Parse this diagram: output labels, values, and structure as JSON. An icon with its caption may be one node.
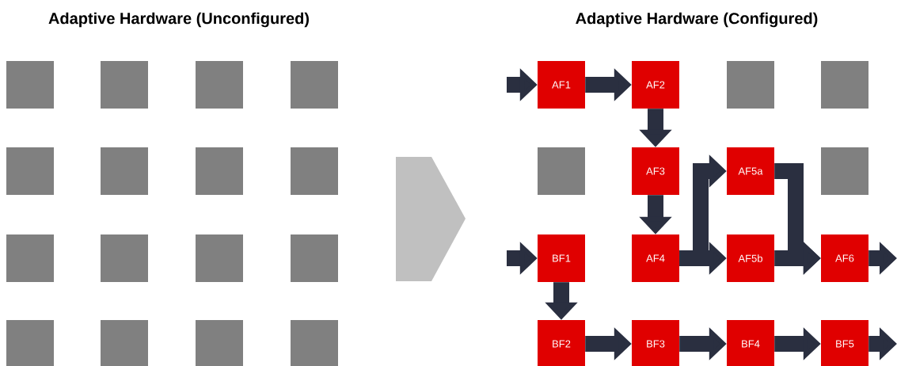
{
  "diagram": {
    "nodes": [
      {
        "text": [],
        "shape": "box"
      },
      {
        "text": [],
        "shape": "box"
      },
      {
        "text": [],
        "shape": "box"
      },
      {
        "text": [],
        "shape": "box"
      },
      {
        "text": [],
        "shape": "box"
      },
      {
        "text": [],
        "shape": "box"
      },
      {
        "text": [],
        "shape": "box"
      },
      {
        "text": [],
        "shape": "box"
      },
      {
        "text": [],
        "shape": "box"
      },
      {
        "text": [],
        "shape": "box"
      },
      {
        "text": [],
        "shape": "box"
      },
      {
        "text": [],
        "shape": "box"
      },
      {
        "text": [],
        "shape": "box"
      },
      {
        "text": [],
        "shape": "box"
      },
      {
        "text": [],
        "shape": "box"
      },
      {
        "text": [],
        "shape": "box"
      },
      {
        "text": [
          "AF1"
        ]
      },
      {
        "text": [
          "AF2"
        ]
      },
      {
        "text": [],
        "shape": "box"
      },
      {
        "text": [],
        "shape": "box"
      },
      {
        "text": [],
        "shape": "box"
      },
      {
        "text": [
          "AF3"
        ]
      },
      {
        "text": [
          "AF5a"
        ]
      },
      {
        "text": [],
        "shape": "box"
      },
      {
        "text": [
          "BF1"
        ]
      },
      {
        "text": [
          "AF4"
        ]
      },
      {
        "text": [
          "AF5b"
        ]
      },
      {
        "text": [
          "AF6"
        ]
      },
      {
        "text": [
          "BF2"
        ]
      },
      {
        "text": [
          "BF3"
        ]
      },
      {
        "text": [
          "BF4"
        ]
      },
      {
        "text": [
          "BF5"
        ]
      }
    ],
    "edges": [
      {
        "from": null,
        "to": 16,
        "arrow": "to"
      },
      {
        "from": 16,
        "to": 17,
        "arrow": "to"
      },
      {
        "from": 17,
        "to": 21,
        "arrow": "to"
      },
      {
        "from": 21,
        "to": 25,
        "arrow": "to"
      },
      {
        "from": 25,
        "to": 26,
        "arrow": "to"
      },
      {
        "from": 25,
        "to": 22,
        "arrow": "to"
      },
      {
        "from": 22,
        "to": 27,
        "arrow": "to"
      },
      {
        "from": 26,
        "to": 27,
        "arrow": "to"
      },
      {
        "from": 27,
        "to": null,
        "arrow": "to"
      },
      {
        "from": null,
        "to": 24,
        "arrow": "to"
      },
      {
        "from": 24,
        "to": 28,
        "arrow": "to"
      },
      {
        "from": 28,
        "to": 29,
        "arrow": "to"
      },
      {
        "from": 29,
        "to": 30,
        "arrow": "to"
      },
      {
        "from": 30,
        "to": 31,
        "arrow": "to"
      },
      {
        "from": 31,
        "to": null,
        "arrow": "to"
      }
    ],
    "labels": [
      "Adaptive Hardware (Unconfigured)",
      "Adaptive Hardware (Configured)"
    ]
  }
}
